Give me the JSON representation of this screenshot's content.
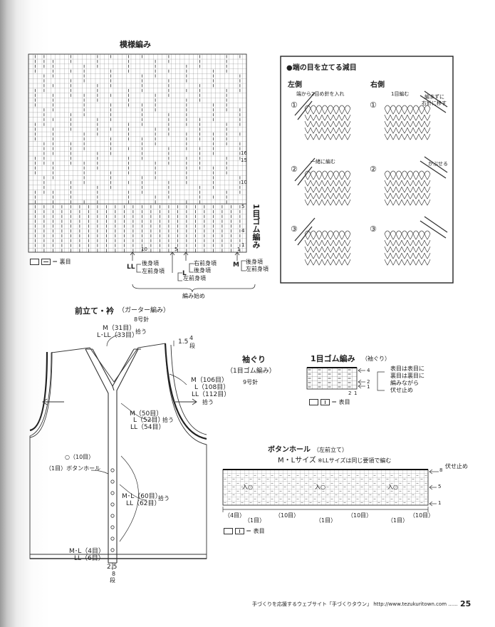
{
  "pattern_chart": {
    "title": "模様編み",
    "legend": "＝ 裏目",
    "rib_label": "1目ゴム編み",
    "right_row_numbers": [
      "16",
      "15",
      "10",
      "5",
      "4",
      "1"
    ],
    "bottom_numbers": [
      "10",
      "5",
      "1"
    ],
    "labels": {
      "ll": "LL",
      "l": "L",
      "m": "M",
      "back_body": "後身頃",
      "left_front": "左前身頃",
      "right_front": "右前身頃",
      "cast_on": "編み始め"
    }
  },
  "decrease_panel": {
    "title": "●端の目を立てる減目",
    "left_side": "左側",
    "right_side": "右側",
    "steps": [
      "①",
      "②",
      "③"
    ],
    "notes": {
      "left_1": "端から2目め針を入れ",
      "left_2": "一緒に編む",
      "right_1a": "1目編む",
      "right_1b": "編まずに",
      "right_1c": "右針に移す",
      "right_2": "かぶせる"
    }
  },
  "front_band": {
    "title": "前立て・衿",
    "subtitle": "（ガーター編み）",
    "needle": "8号針",
    "pickup_top_m": "M（31目）",
    "pickup_top_ll": "L･LL（33目）",
    "pickup_label": "拾う",
    "side_top": "1.5",
    "side_top_rows": "4",
    "side_top_unit": "段",
    "mid_m": "M（50目）",
    "mid_l": "L（52目）",
    "mid_ll": "LL（54目）",
    "buttonhole_count": "○（10目）",
    "buttonhole_label": "（1目）ボタンホール",
    "low_ml": "M･L（60目）",
    "low_ll": "LL（62目）",
    "bottom_ml": "M･L（4目）",
    "bottom_ll": "LL（6目）",
    "bottom_measure": "2.5",
    "bottom_rows": "8",
    "bottom_unit": "段"
  },
  "armhole": {
    "title": "袖ぐり",
    "subtitle": "（1目ゴム編み）",
    "needle": "9号針",
    "m": "M（106目）",
    "l": "L（108目）",
    "ll": "LL（112目）",
    "pickup": "拾う"
  },
  "rib_chart": {
    "title": "1目ゴム編み",
    "subtitle": "（袖ぐり）",
    "rows": [
      "4",
      "2",
      "1"
    ],
    "stitches": [
      "2",
      "1"
    ],
    "note_lines": [
      "表目は表目に",
      "裏目は裏目に",
      "編みながら",
      "伏せ止め"
    ],
    "legend": "＝ 表目"
  },
  "buttonhole_chart": {
    "title": "ボタンホール",
    "subtitle": "（左前立て）",
    "size": "M・Lサイズ",
    "size_note": "※LLサイズは同じ要領で編む",
    "bind_off": "伏せ止め",
    "rows": [
      "8",
      "5",
      "1"
    ],
    "symbol": "入○",
    "spacing": [
      "（4目）",
      "（1目）",
      "（10目）",
      "（1目）",
      "（10目）",
      "（1目）",
      "（10目）"
    ],
    "legend": "＝ 表目"
  },
  "footer": {
    "site": "手づくりを応援するウェブサイト「手づくりタウン」 http://www.tezukuritown.com ......",
    "page_number": "25"
  }
}
